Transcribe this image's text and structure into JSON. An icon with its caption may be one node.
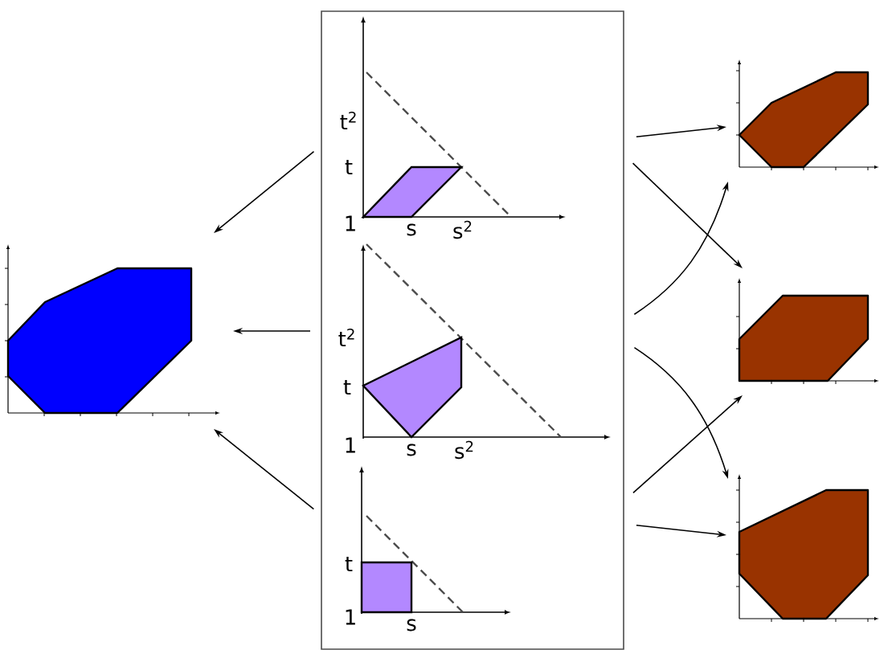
{
  "diagram": {
    "nodes": [
      {
        "text": [],
        "shape": "box"
      },
      {
        "text": [
          "t$^{2}$",
          "t",
          "1",
          "s",
          "s$^{2}$"
        ],
        "in": 0
      },
      {
        "text": [
          "t$^{2}$",
          "t",
          "1",
          "s",
          "s$^{2}$"
        ],
        "in": 0
      },
      {
        "text": [
          "t",
          "1",
          "s"
        ],
        "in": 0
      },
      {
        "text": [],
        "shape": "picture"
      },
      {
        "text": [],
        "shape": "picture"
      },
      {
        "text": [],
        "shape": "picture"
      },
      {
        "text": [],
        "shape": "picture"
      }
    ],
    "edges": [
      {
        "from": 1,
        "to": 4,
        "arrow": "to"
      },
      {
        "from": 2,
        "to": 4,
        "arrow": "to"
      },
      {
        "from": 3,
        "to": 4,
        "arrow": "to"
      },
      {
        "from": 1,
        "to": 5,
        "arrow": "to"
      },
      {
        "from": 1,
        "to": 6,
        "arrow": "to"
      },
      {
        "from": 2,
        "to": 5,
        "arrow": "to"
      },
      {
        "from": 2,
        "to": 7,
        "arrow": "to"
      },
      {
        "from": 0,
        "to": 6,
        "arrow": "to"
      },
      {
        "from": 0,
        "to": 7,
        "arrow": "to"
      }
    ]
  }
}
